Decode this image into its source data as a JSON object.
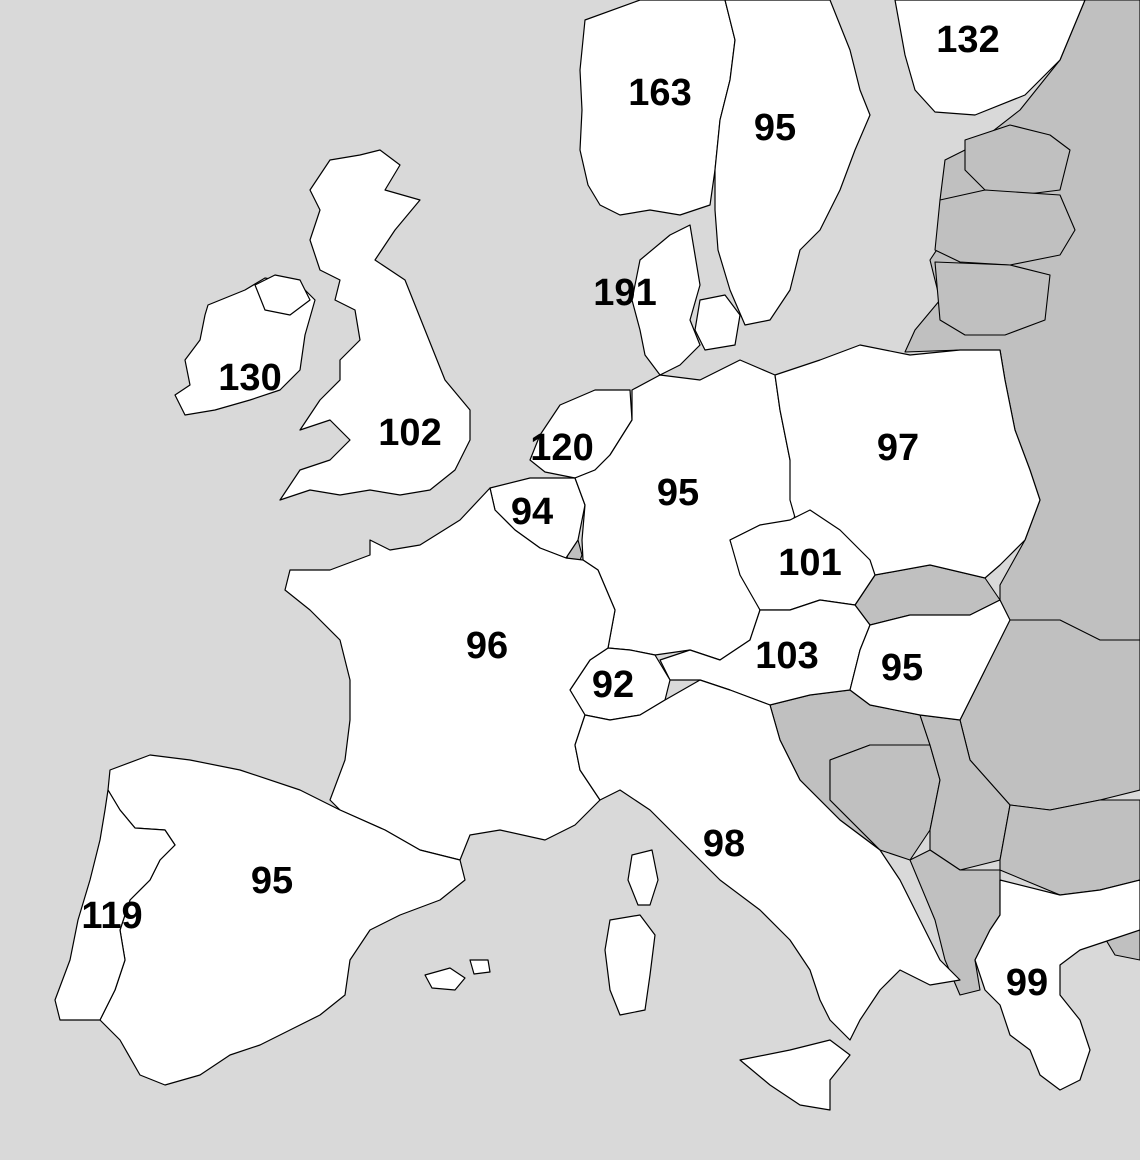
{
  "map": {
    "colors": {
      "sea": "#d9d9d9",
      "highlighted_country": "#ffffff",
      "other_country": "#c0c0c0",
      "border": "#000000",
      "label": "#000000"
    },
    "labels": {
      "norway": "163",
      "sweden": "95",
      "finland": "132",
      "denmark": "191",
      "ireland": "130",
      "united_kingdom": "102",
      "netherlands": "120",
      "belgium": "94",
      "germany": "95",
      "poland": "97",
      "czechia": "101",
      "austria": "103",
      "hungary": "95",
      "france": "96",
      "switzerland": "92",
      "italy": "98",
      "spain": "95",
      "portugal": "119",
      "greece": "99"
    }
  }
}
